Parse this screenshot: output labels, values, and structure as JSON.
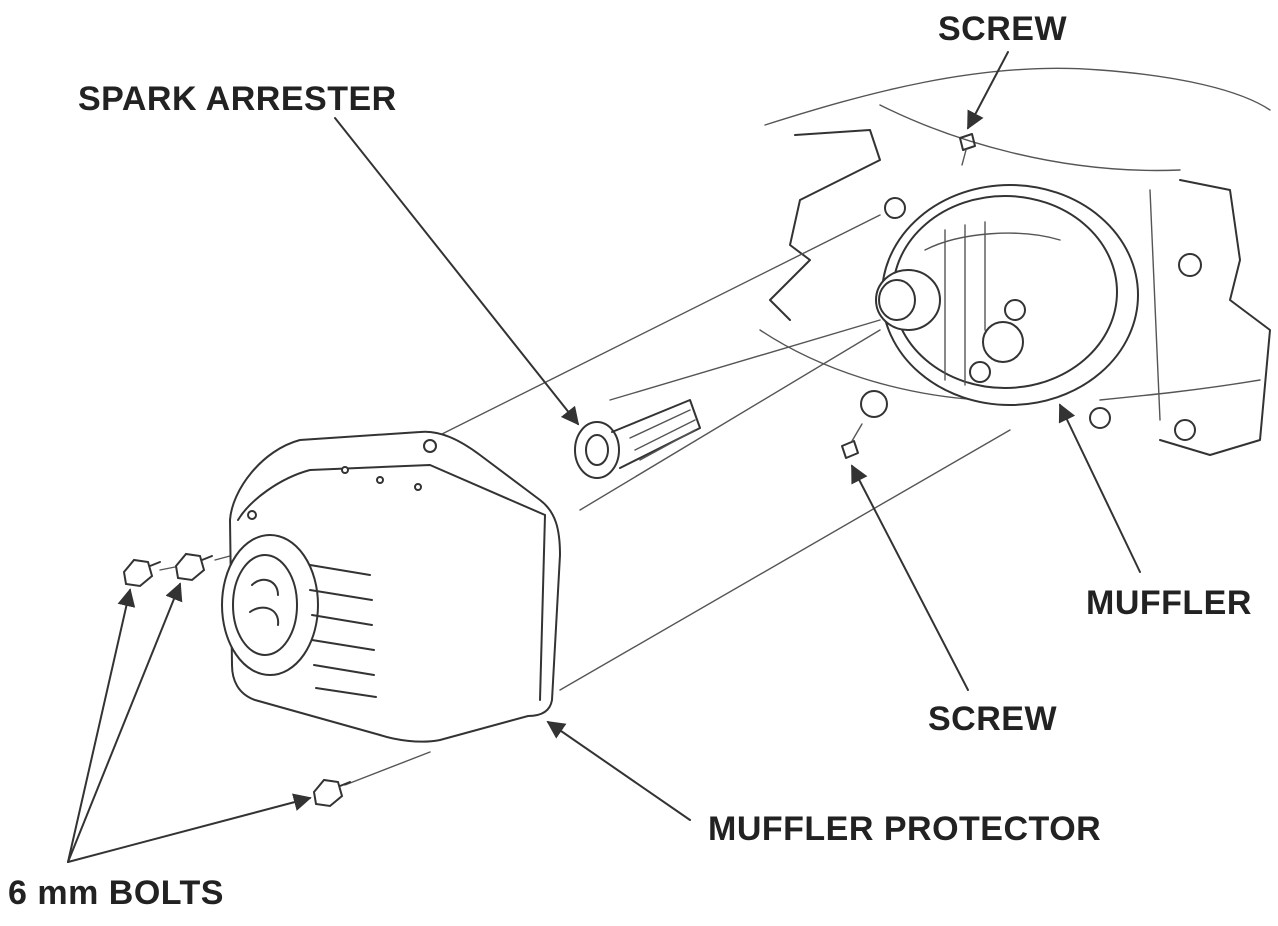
{
  "labels": {
    "screw_top": "SCREW",
    "spark_arrester": "SPARK ARRESTER",
    "muffler": "MUFFLER",
    "screw_bottom": "SCREW",
    "muffler_protector": "MUFFLER PROTECTOR",
    "bolts": "6 mm BOLTS"
  },
  "colors": {
    "ink": "#222222",
    "background": "#ffffff"
  }
}
